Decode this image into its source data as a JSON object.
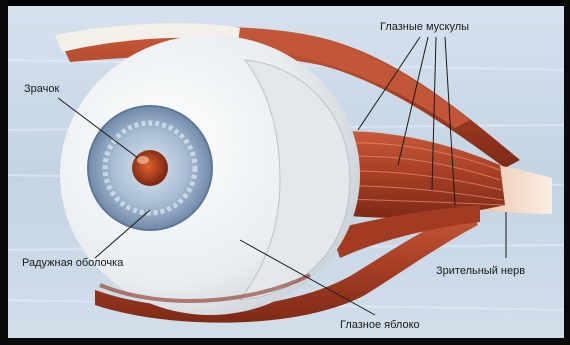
{
  "labels": {
    "pupil": "Зрачок",
    "eye_muscles": "Глазные мускулы",
    "iris": "Радужная оболочка",
    "optic_nerve": "Зрительный нерв",
    "eyeball": "Глазное яблоко"
  },
  "colors": {
    "background": "#c9d8e6",
    "sclera": "#eef1f3",
    "iris": "#9fb6cf",
    "pupil": "#b8401a",
    "muscle": "#b24a2e",
    "nerve": "#f1d9c6"
  }
}
